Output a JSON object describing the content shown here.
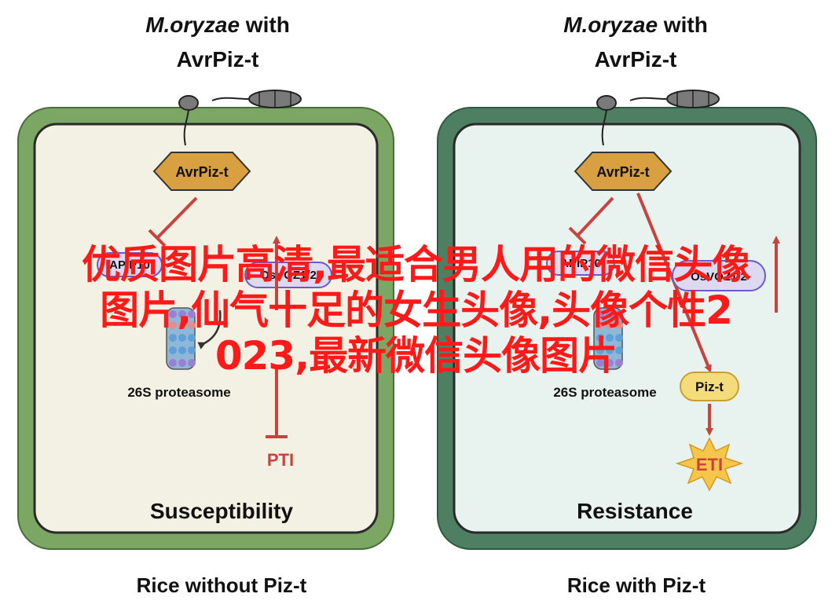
{
  "left_panel": {
    "title_italic": "M.oryzae",
    "title_rest": " with",
    "title_line2": "AvrPiz-t",
    "effector": "AvrPiz-t",
    "protein_a": "APIP10",
    "protein_b": "OsVOZ1/2",
    "proteasome": "26S proteasome",
    "immunity": "PTI",
    "outcome": "Susceptibility",
    "caption": "Rice without Piz-t"
  },
  "right_panel": {
    "title_italic": "M.oryzae",
    "title_rest": " with",
    "title_line2": "AvrPiz-t",
    "effector": "AvrPiz-t",
    "protein_a": "APIP10",
    "protein_b": "OsVOZ1/2",
    "proteasome": "26S proteasome",
    "receptor": "Piz-t",
    "immunity": "ETI",
    "outcome": "Resistance",
    "caption": "Rice with Piz-t"
  },
  "watermark": {
    "line1": "优质图片高清,最适合男人用的微信头像",
    "line2": "图片,仙气十足的女生头像,头像个性2",
    "line3": "023,最新微信头像图片"
  },
  "colors": {
    "left_wall": "#7ba664",
    "left_cell": "#f3f1e3",
    "right_wall": "#4e7f62",
    "right_cell": "#e8f3ef",
    "effector_fill": "#d8a040",
    "arrow_red": "#c8433f",
    "protein_fill": "#dcd9f0",
    "receptor_fill": "#f5dc7a",
    "eti_fill": "#f5c64a",
    "watermark_red": "#ff1a1a"
  }
}
